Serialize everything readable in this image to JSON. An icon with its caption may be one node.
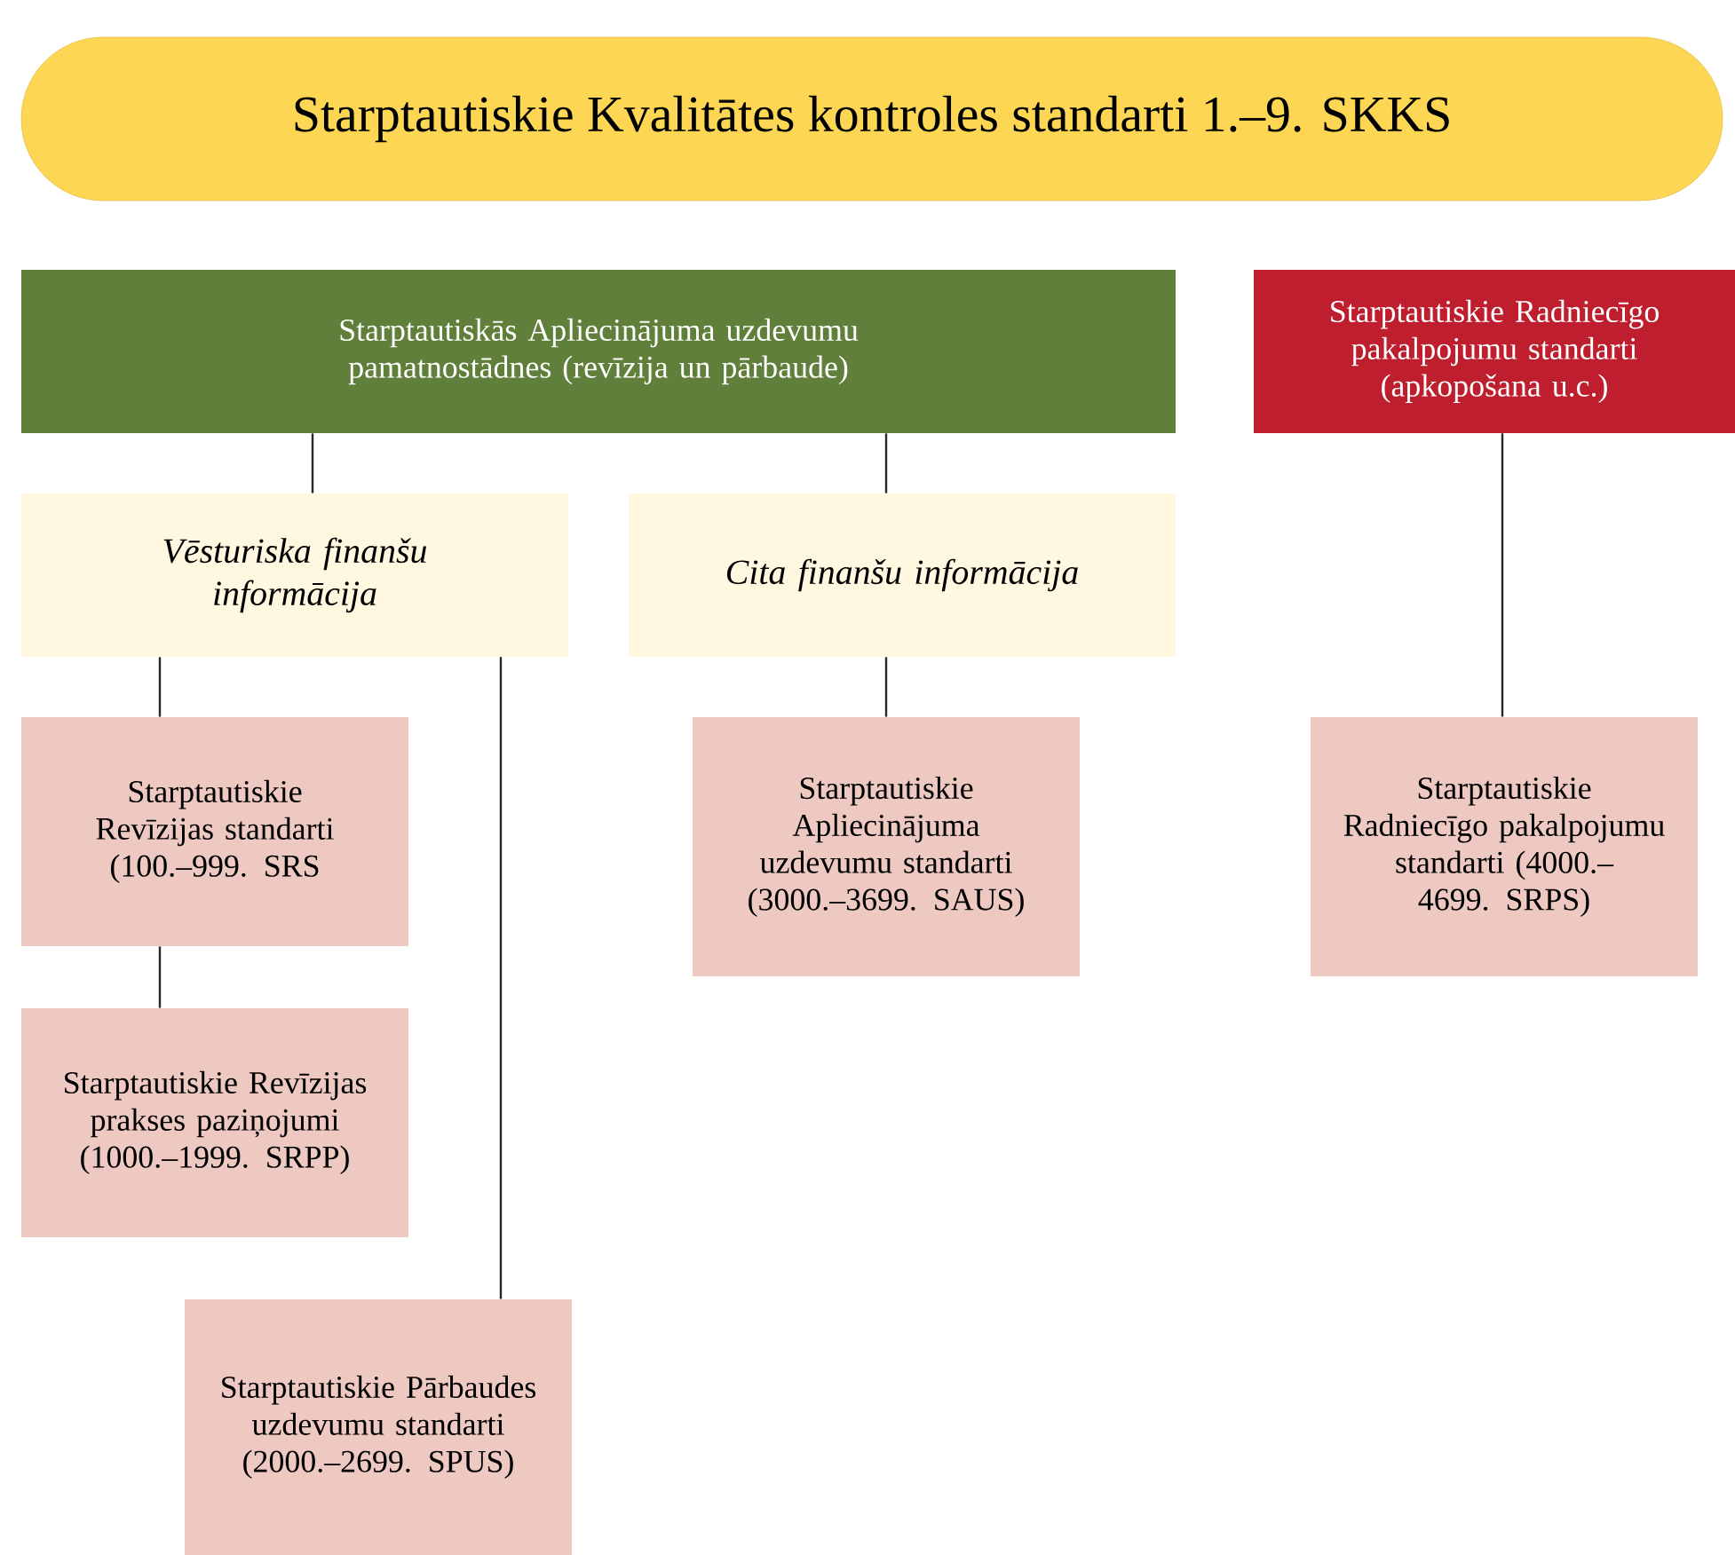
{
  "diagram": {
    "title": "Starptautiskie Kvalitātes kontroles standarti 1.–9. SKKS",
    "nodes": [
      {
        "text": [
          "Starptautiskās Apliecinājuma uzdevumu pamatnostādnes (revīzija un pārbaude)"
        ]
      },
      {
        "text": [
          "Starptautiskie Radniecīgo pakalpojumu standarti (apkopošana u.c.)"
        ]
      },
      {
        "text": [
          "Vēsturiska finanšu informācija"
        ]
      },
      {
        "text": [
          "Cita finanšu informācija"
        ]
      },
      {
        "text": [
          "Starptautiskie Revīzijas standarti (100.–999. SRS"
        ]
      },
      {
        "text": [
          "Starptautiskie Apliecinājuma uzdevumu standarti (3000.–3699. SAUS)"
        ]
      },
      {
        "text": [
          "Starptautiskie Radniecīgo pakalpojumu standarti (4000.–4699. SRPS)"
        ]
      },
      {
        "text": [
          "Starptautiskie Revīzijas prakses paziņojumi (1000.–1999. SRPP)"
        ]
      },
      {
        "text": [
          "Starptautiskie Pārbaudes uzdevumu standarti (2000.–2699. SPUS)"
        ]
      }
    ],
    "edges": [
      {
        "from": 0,
        "to": 2,
        "arrow": "none"
      },
      {
        "from": 0,
        "to": 3,
        "arrow": "none"
      },
      {
        "from": 1,
        "to": 6,
        "arrow": "none"
      },
      {
        "from": 2,
        "to": 4,
        "arrow": "none"
      },
      {
        "from": 2,
        "to": 8,
        "arrow": "none"
      },
      {
        "from": 3,
        "to": 5,
        "arrow": "none"
      },
      {
        "from": 4,
        "to": 7,
        "arrow": "none"
      }
    ]
  }
}
